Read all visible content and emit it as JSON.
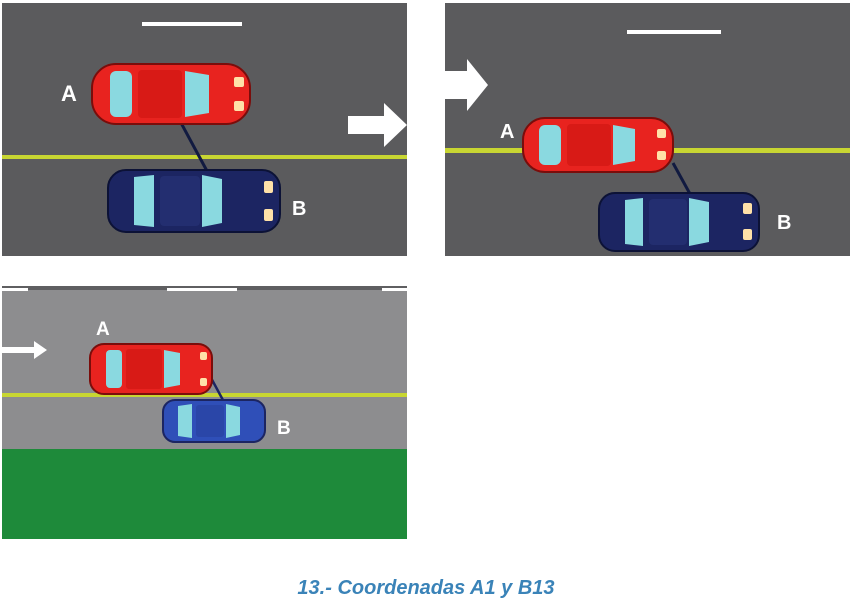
{
  "panels": [
    {
      "id": "panel-1",
      "car_a_label": "A",
      "car_b_label": "B"
    },
    {
      "id": "panel-2",
      "car_a_label": "A",
      "car_b_label": "B"
    },
    {
      "id": "panel-3",
      "car_a_label": "A",
      "car_b_label": "B"
    }
  ],
  "caption": "13.- Coordenadas A1 y B13",
  "colors": {
    "road_dark": "#5b5b5d",
    "road_light": "#8d8d8f",
    "center_line": "#c8d632",
    "grass": "#1e8a3a",
    "car_a": "#e8231f",
    "car_b": "#1c2562",
    "car_b_small": "#2f4fb8",
    "glass": "#8ad9e0",
    "caption": "#3a83b8"
  },
  "icons": [
    "arrow-right-icon"
  ]
}
